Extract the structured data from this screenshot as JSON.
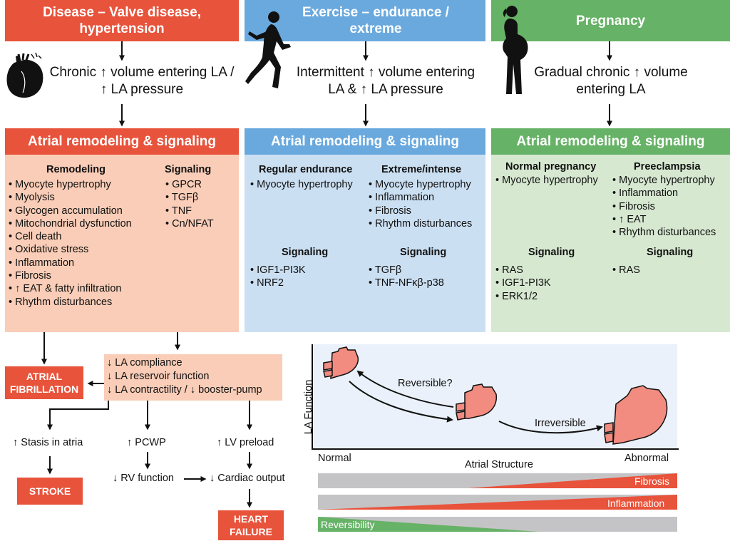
{
  "columns": {
    "disease": {
      "header": "Disease – Valve disease,\nhypertension",
      "cause": "Chronic ↑ volume entering LA /\n↑ LA pressure",
      "panel_title": "Atrial remodeling & signaling",
      "remodeling_title": "Remodeling",
      "remodeling": [
        "Myocyte hypertrophy",
        "Myolysis",
        "Glycogen accumulation",
        "Mitochondrial dysfunction",
        "Cell death",
        "Oxidative stress",
        "Inflammation",
        "Fibrosis",
        "↑ EAT & fatty infiltration",
        "Rhythm disturbances"
      ],
      "signaling_title": "Signaling",
      "signaling": [
        "GPCR",
        "TGFβ",
        "TNF",
        "Cn/NFAT"
      ]
    },
    "exercise": {
      "header": "Exercise – endurance /\nextreme",
      "cause": "Intermittent ↑ volume entering\nLA & ↑ LA pressure",
      "panel_title": "Atrial remodeling & signaling",
      "regular_title": "Regular endurance",
      "regular": [
        "Myocyte hypertrophy"
      ],
      "extreme_title": "Extreme/intense",
      "extreme": [
        "Myocyte hypertrophy",
        "Inflammation",
        "Fibrosis",
        "Rhythm disturbances"
      ],
      "signaling_title_1": "Signaling",
      "signaling_1": [
        "IGF1-PI3K",
        "NRF2"
      ],
      "signaling_title_2": "Signaling",
      "signaling_2": [
        "TGFβ",
        "TNF-NFκβ-p38"
      ]
    },
    "pregnancy": {
      "header": "Pregnancy",
      "cause": "Gradual chronic ↑ volume\nentering LA",
      "panel_title": "Atrial remodeling & signaling",
      "normal_title": "Normal pregnancy",
      "normal": [
        "Myocyte hypertrophy"
      ],
      "pre_title": "Preeclampsia",
      "pre": [
        "Myocyte hypertrophy",
        "Inflammation",
        "Fibrosis",
        "↑ EAT",
        "Rhythm disturbances"
      ],
      "signaling_title_1": "Signaling",
      "signaling_1": [
        "RAS",
        "IGF1-PI3K",
        "ERK1/2"
      ],
      "signaling_title_2": "Signaling",
      "signaling_2": [
        "RAS"
      ]
    }
  },
  "consequences": {
    "la_effects": [
      "↓ LA compliance",
      "↓ LA reservoir function",
      "↓ LA contractility / ↓ booster-pump"
    ],
    "atrial_fibrillation": "ATRIAL\nFIBRILLATION",
    "stasis": "↑ Stasis in atria",
    "pcwp": "↑ PCWP",
    "lv_preload": "↑ LV preload",
    "stroke": "STROKE",
    "rv_function": "↓ RV function",
    "cardiac_output": "↓ Cardiac output",
    "heart_failure": "HEART\nFAILURE"
  },
  "graph": {
    "y_label": "LA Function",
    "x_label": "Atrial Structure",
    "x_left": "Normal",
    "x_right": "Abnormal",
    "reversible": "Reversible?",
    "irreversible": "Irreversible"
  },
  "bars": {
    "fibrosis": "Fibrosis",
    "inflammation": "Inflammation",
    "reversibility": "Reversibility"
  },
  "colors": {
    "red": "#e8533b",
    "blue": "#6aa9de",
    "green": "#66b266",
    "grey": "#c4c4c6"
  }
}
